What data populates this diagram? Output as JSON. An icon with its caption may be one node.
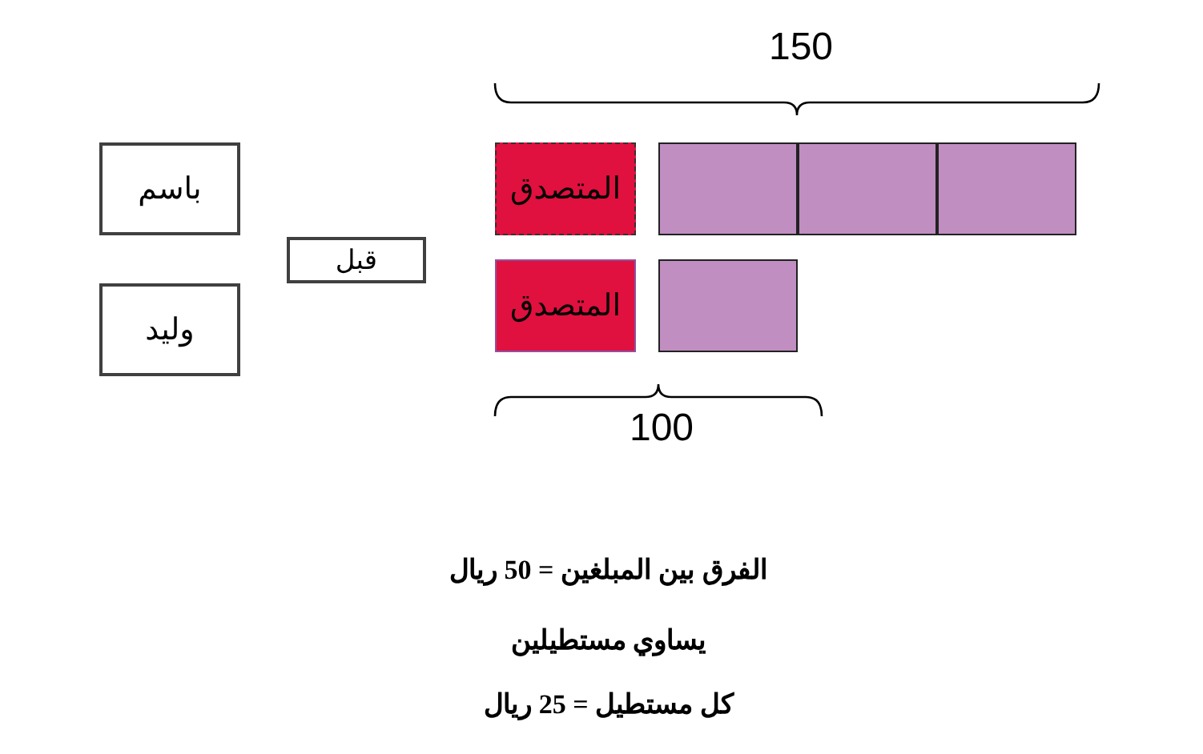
{
  "diagram": {
    "nodes": [
      {
        "text": [
          "باسم"
        ]
      },
      {
        "text": [
          "وليد"
        ]
      },
      {
        "text": [
          "قبل"
        ]
      },
      {
        "text": [
          "المتصدق"
        ]
      },
      {
        "text": [],
        "shape": "box"
      },
      {
        "text": [],
        "shape": "box"
      },
      {
        "text": [],
        "shape": "box"
      },
      {
        "text": [
          "المتصدق"
        ]
      },
      {
        "text": [],
        "shape": "box"
      }
    ],
    "edges": [],
    "labels": [
      "150",
      "100",
      "الفرق بين المبلغين = 50 ريال",
      "يساوي مستطيلين",
      "كل مستطيل = 25 ريال"
    ]
  }
}
